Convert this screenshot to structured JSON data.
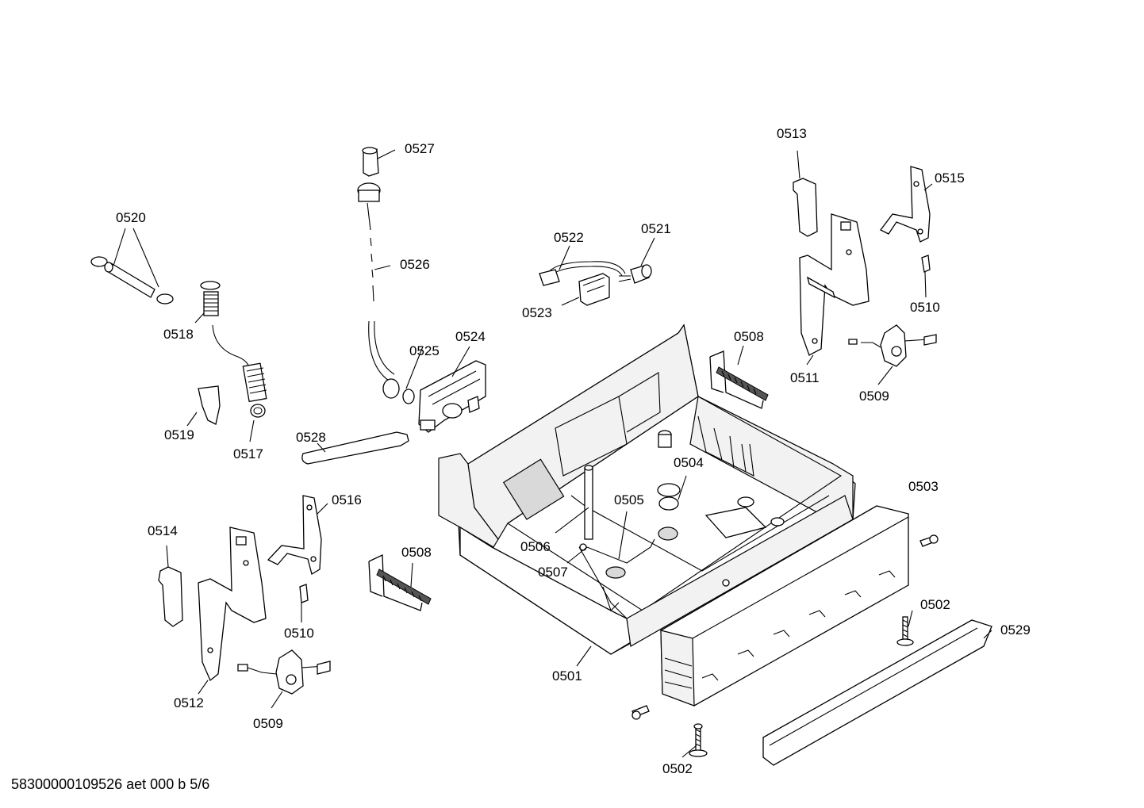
{
  "diagram": {
    "labels": {
      "p0501": "0501",
      "p0502a": "0502",
      "p0502b": "0502",
      "p0503": "0503",
      "p0504": "0504",
      "p0505": "0505",
      "p0506": "0506",
      "p0507": "0507",
      "p0508a": "0508",
      "p0508b": "0508",
      "p0509a": "0509",
      "p0509b": "0509",
      "p0510a": "0510",
      "p0510b": "0510",
      "p0511": "0511",
      "p0512": "0512",
      "p0513": "0513",
      "p0514": "0514",
      "p0515": "0515",
      "p0516": "0516",
      "p0517": "0517",
      "p0518": "0518",
      "p0519": "0519",
      "p0520": "0520",
      "p0521": "0521",
      "p0522": "0522",
      "p0523": "0523",
      "p0524": "0524",
      "p0525": "0525",
      "p0526": "0526",
      "p0527": "0527",
      "p0528": "0528",
      "p0529": "0529"
    }
  },
  "footer": {
    "code": "58300000109526 aet 000 b 5/6"
  }
}
